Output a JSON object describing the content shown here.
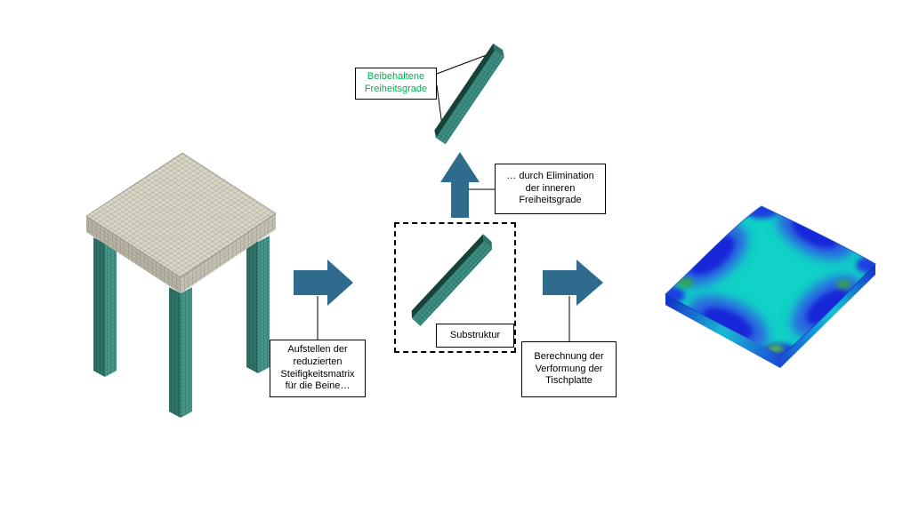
{
  "diagram": {
    "labels": {
      "beibehaltene": "Beibehaltene\nFreiheitsgrade",
      "elimination": "… durch Elimination\nder inneren\nFreiheitsgrade",
      "substruktur": "Substruktur",
      "aufstellen": "Aufstellen der\nreduzierten\nSteifigkeitsmatrix\nfür die Beine…",
      "berechnung": "Berechnung der\nVerformung der\nTischplatte"
    },
    "colors": {
      "arrow": "#2e6b8d",
      "highlight_green": "#00b050",
      "leg_teal_light": "#45998b",
      "leg_teal_dark": "#2e7468",
      "rod_face": "#3c8f82",
      "rod_dark": "#16423a",
      "table_top": "#d9d5c6",
      "plate_cyan": "#10d2c6",
      "plate_blue": "#1427d8",
      "line": "#000000"
    }
  }
}
